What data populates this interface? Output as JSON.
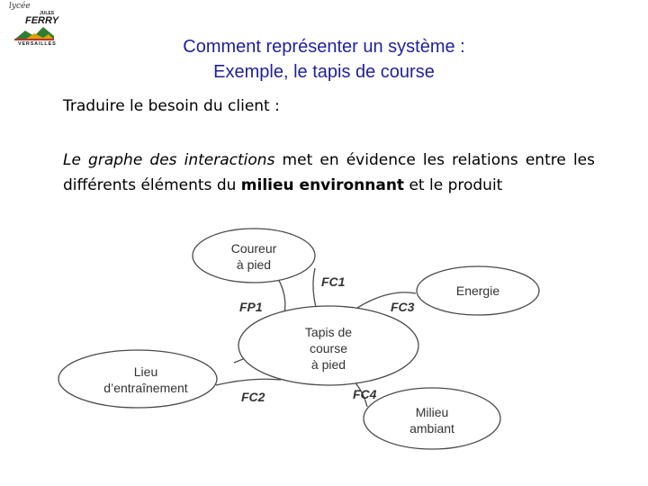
{
  "logo": {
    "script": "lycée",
    "small": "JULES",
    "name": "FERRY",
    "city": "VERSAILLES"
  },
  "title": {
    "line1": "Comment représenter un système :",
    "line2": "Exemple, le tapis de course"
  },
  "subtitle": "Traduire le besoin du client :",
  "paragraph": {
    "italic_part": "Le graphe des interactions",
    "text1": " met en évidence les relations entre les différents éléments du ",
    "bold_part": "milieu environnant",
    "text2": " et le produit"
  },
  "diagram": {
    "nodes": {
      "coureur": [
        "Coureur",
        "à pied"
      ],
      "energie": [
        "Energie"
      ],
      "tapis": [
        "Tapis de",
        "course",
        "à pied"
      ],
      "lieu": [
        "Lieu",
        "d’entraînement"
      ],
      "milieu": [
        "Milieu",
        "ambiant"
      ]
    },
    "functions": {
      "fp1": "FP1",
      "fc1": "FC1",
      "fc2": "FC2",
      "fc3": "FC3",
      "fc4": "FC4"
    }
  }
}
